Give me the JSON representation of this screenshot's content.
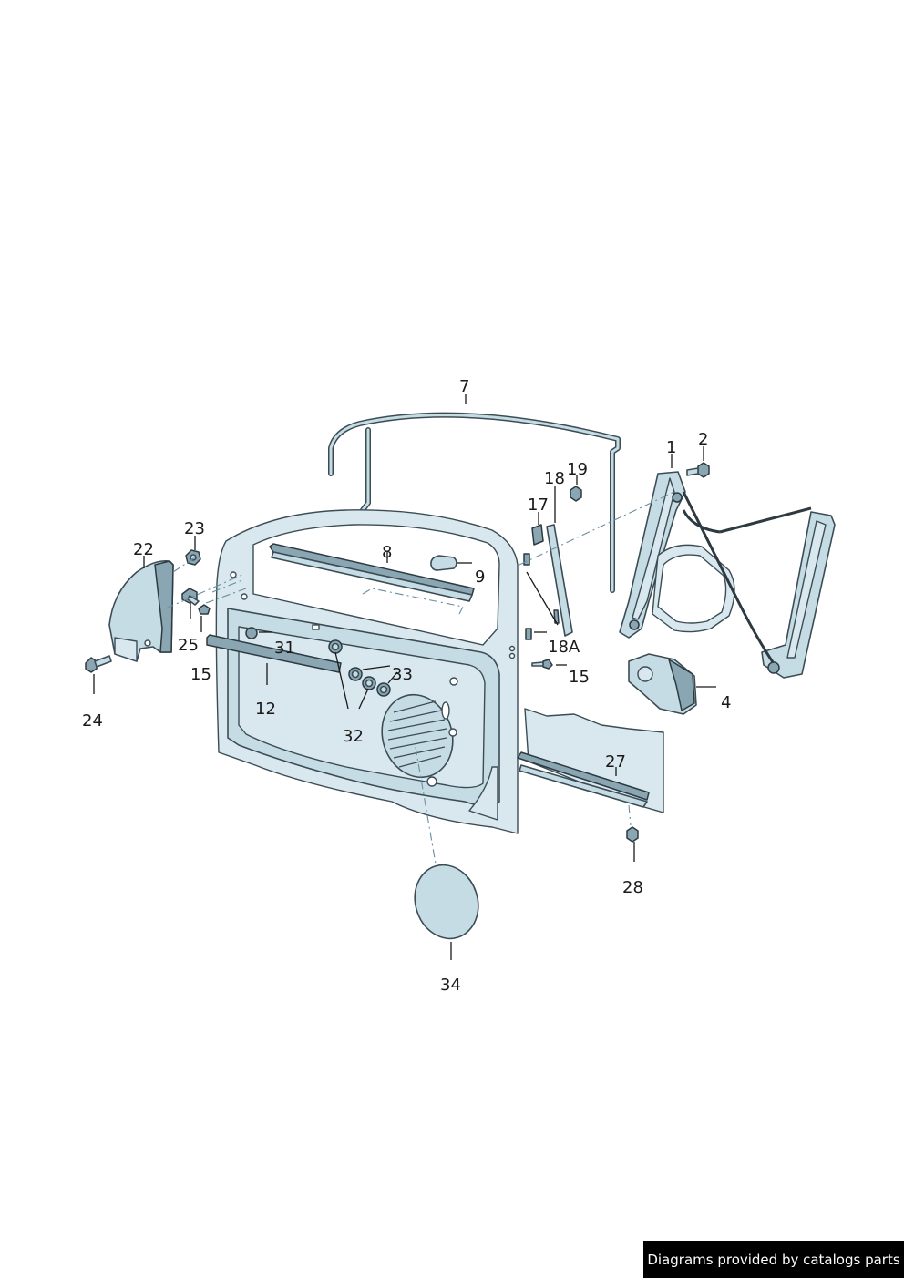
{
  "callouts": {
    "c1": "1",
    "c2": "2",
    "c4": "4",
    "c7": "7",
    "c8": "8",
    "c9": "9",
    "c12": "12",
    "c15a": "15",
    "c15b": "15",
    "c17": "17",
    "c18": "18",
    "c18a": "18A",
    "c19": "19",
    "c22": "22",
    "c23": "23",
    "c24": "24",
    "c25": "25",
    "c27": "27",
    "c28": "28",
    "c31": "31",
    "c32": "32",
    "c33": "33",
    "c34": "34"
  },
  "credit": "Diagrams provided by catalogs parts",
  "colors": {
    "part_fill": "#c6dce4",
    "part_outline": "#3c4c55",
    "leader": "#1a1a1a",
    "credit_bg": "#000000",
    "credit_text": "#ffffff"
  }
}
